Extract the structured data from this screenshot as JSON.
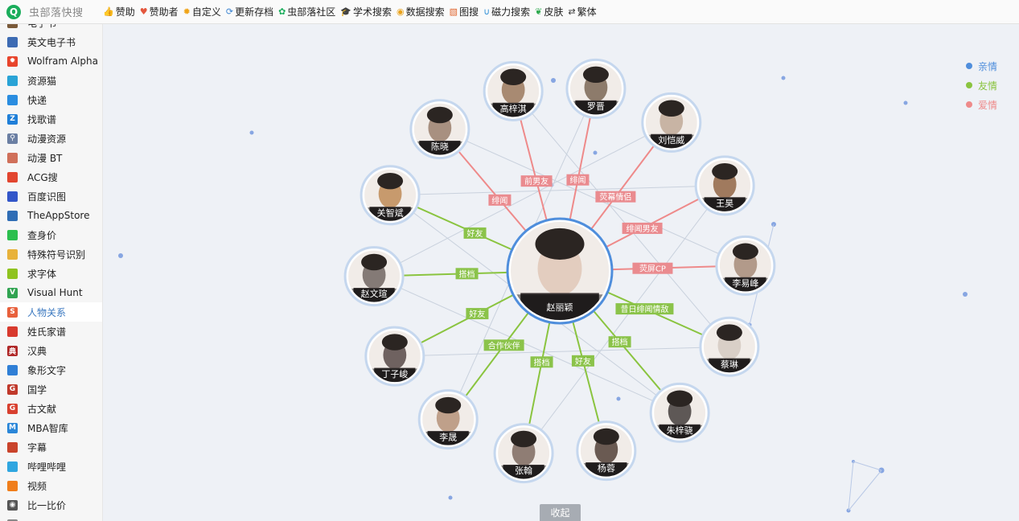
{
  "brand": {
    "logo_letter": "Q",
    "name": "虫部落快搜"
  },
  "topnav": [
    {
      "label": "赞助",
      "icon": "thumbs-up-icon",
      "color": "#3b83d1",
      "glyph": "👍"
    },
    {
      "label": "赞助者",
      "icon": "heart-icon",
      "color": "#e4573d",
      "glyph": "♥"
    },
    {
      "label": "自定义",
      "icon": "gear-icon",
      "color": "#f0a417",
      "glyph": "✹"
    },
    {
      "label": "更新存档",
      "icon": "refresh-icon",
      "color": "#3b83d1",
      "glyph": "⟳"
    },
    {
      "label": "虫部落社区",
      "icon": "bug-icon",
      "color": "#1aad5b",
      "glyph": "✿"
    },
    {
      "label": "学术搜索",
      "icon": "mortarboard-icon",
      "color": "#8a63c9",
      "glyph": "🎓"
    },
    {
      "label": "数据搜索",
      "icon": "coins-icon",
      "color": "#e9a21c",
      "glyph": "◉"
    },
    {
      "label": "图搜",
      "icon": "picture-icon",
      "color": "#e0642d",
      "glyph": "▧"
    },
    {
      "label": "磁力搜索",
      "icon": "magnet-icon",
      "color": "#2f8fd6",
      "glyph": "∪"
    },
    {
      "label": "皮肤",
      "icon": "leaf-icon",
      "color": "#2aa84b",
      "glyph": "❦"
    },
    {
      "label": "繁体",
      "icon": "swap-icon",
      "color": "#333333",
      "glyph": "⇄"
    }
  ],
  "sidebar": {
    "items": [
      {
        "label": "电子书",
        "icon": "ebook-icon",
        "color": "#7a5a3a",
        "glyph": ""
      },
      {
        "label": "英文电子书",
        "icon": "bookmark-icon",
        "color": "#3d6bb3",
        "glyph": ""
      },
      {
        "label": "Wolfram Alpha",
        "icon": "wolfram-icon",
        "color": "#e8442b",
        "glyph": "✹"
      },
      {
        "label": "资源猫",
        "icon": "cat-icon",
        "color": "#29a3d6",
        "glyph": ""
      },
      {
        "label": "快递",
        "icon": "parcel-icon",
        "color": "#2a8de0",
        "glyph": ""
      },
      {
        "label": "找歌谱",
        "icon": "z-icon",
        "color": "#1f7fd8",
        "glyph": "Z"
      },
      {
        "label": "动漫资源",
        "icon": "search-icon",
        "color": "#6b7fa3",
        "glyph": "⚲"
      },
      {
        "label": "动漫 BT",
        "icon": "mascot-icon",
        "color": "#d0705a",
        "glyph": ""
      },
      {
        "label": "ACG搜",
        "icon": "acg-icon",
        "color": "#e2452f",
        "glyph": ""
      },
      {
        "label": "百度识图",
        "icon": "image-icon",
        "color": "#3356c9",
        "glyph": ""
      },
      {
        "label": "TheAppStore",
        "icon": "appstore-icon",
        "color": "#2f6db5",
        "glyph": ""
      },
      {
        "label": "查身价",
        "icon": "tag-icon",
        "color": "#2bbf4e",
        "glyph": ""
      },
      {
        "label": "特殊符号识别",
        "icon": "hand-icon",
        "color": "#e8b23a",
        "glyph": ""
      },
      {
        "label": "求字体",
        "icon": "bulb-icon",
        "color": "#8fc31f",
        "glyph": ""
      },
      {
        "label": "Visual Hunt",
        "icon": "visualhunt-icon",
        "color": "#31a452",
        "glyph": "V"
      },
      {
        "label": "人物关系",
        "icon": "s-circle-icon",
        "color": "#e8603c",
        "glyph": "S"
      },
      {
        "label": "姓氏家谱",
        "icon": "globe-icon",
        "color": "#d83a2e",
        "glyph": ""
      },
      {
        "label": "汉典",
        "icon": "dictionary-icon",
        "color": "#b02a2a",
        "glyph": "典"
      },
      {
        "label": "象形文字",
        "icon": "glyph-icon",
        "color": "#2f7fd6",
        "glyph": ""
      },
      {
        "label": "国学",
        "icon": "guoxue-icon",
        "color": "#c0392b",
        "glyph": "G"
      },
      {
        "label": "古文献",
        "icon": "scroll-icon",
        "color": "#d8402f",
        "glyph": "G"
      },
      {
        "label": "MBA智库",
        "icon": "mba-icon",
        "color": "#2a86d8",
        "glyph": "M"
      },
      {
        "label": "字幕",
        "icon": "subtitle-icon",
        "color": "#c9432b",
        "glyph": ""
      },
      {
        "label": "哔哩哔哩",
        "icon": "bilibili-icon",
        "color": "#2fa6e0",
        "glyph": ""
      },
      {
        "label": "视频",
        "icon": "video-icon",
        "color": "#f07e1b",
        "glyph": ""
      },
      {
        "label": "比一比价",
        "icon": "compare-icon",
        "color": "#555555",
        "glyph": "◉"
      },
      {
        "label": "",
        "icon": "more-icon",
        "color": "#888888",
        "glyph": ""
      }
    ],
    "active_index": 15
  },
  "colors": {
    "family": "#4f8edc",
    "friend": "#8ac43f",
    "love": "#ee8a8a",
    "love_label": "#ea8b8f",
    "friend_label": "#8bc34a"
  },
  "legend": [
    {
      "label": "亲情",
      "key": "family"
    },
    {
      "label": "友情",
      "key": "friend"
    },
    {
      "label": "爱情",
      "key": "love"
    }
  ],
  "center": {
    "name": "赵丽颖"
  },
  "people": [
    {
      "name": "高梓淇",
      "relation": "前男友",
      "type": "love",
      "skin": "#a88a72"
    },
    {
      "name": "罗晋",
      "relation": "绯闻",
      "type": "love",
      "skin": "#8d7b6b"
    },
    {
      "name": "刘恺威",
      "relation": "荧幕情侣",
      "type": "love",
      "skin": "#c8b4a4"
    },
    {
      "name": "王昊",
      "relation": "绯闻男友",
      "type": "love",
      "skin": "#a07a5e"
    },
    {
      "name": "李易峰",
      "relation": "荧屏CP",
      "type": "love",
      "skin": "#b29a8a"
    },
    {
      "name": "蔡琳",
      "relation": "昔日绯闻情敌",
      "type": "friend",
      "skin": "#d9cfc7"
    },
    {
      "name": "朱梓骁",
      "relation": "搭档",
      "type": "friend",
      "skin": "#5e5856"
    },
    {
      "name": "杨蓉",
      "relation": "好友",
      "type": "friend",
      "skin": "#6a5a52"
    },
    {
      "name": "张翰",
      "relation": "搭档",
      "type": "friend",
      "skin": "#8f7d74"
    },
    {
      "name": "李晟",
      "relation": "合作伙伴",
      "type": "friend",
      "skin": "#bfa08a"
    },
    {
      "name": "丁子峻",
      "relation": "好友",
      "type": "friend",
      "skin": "#6f6260"
    },
    {
      "name": "赵文瑄",
      "relation": "搭档",
      "type": "friend",
      "skin": "#847a76"
    },
    {
      "name": "关智斌",
      "relation": "好友",
      "type": "friend",
      "skin": "#c79a6d"
    },
    {
      "name": "陈晓",
      "relation": "绯闻",
      "type": "love",
      "skin": "#a89080"
    }
  ],
  "collapse_label": "收起"
}
